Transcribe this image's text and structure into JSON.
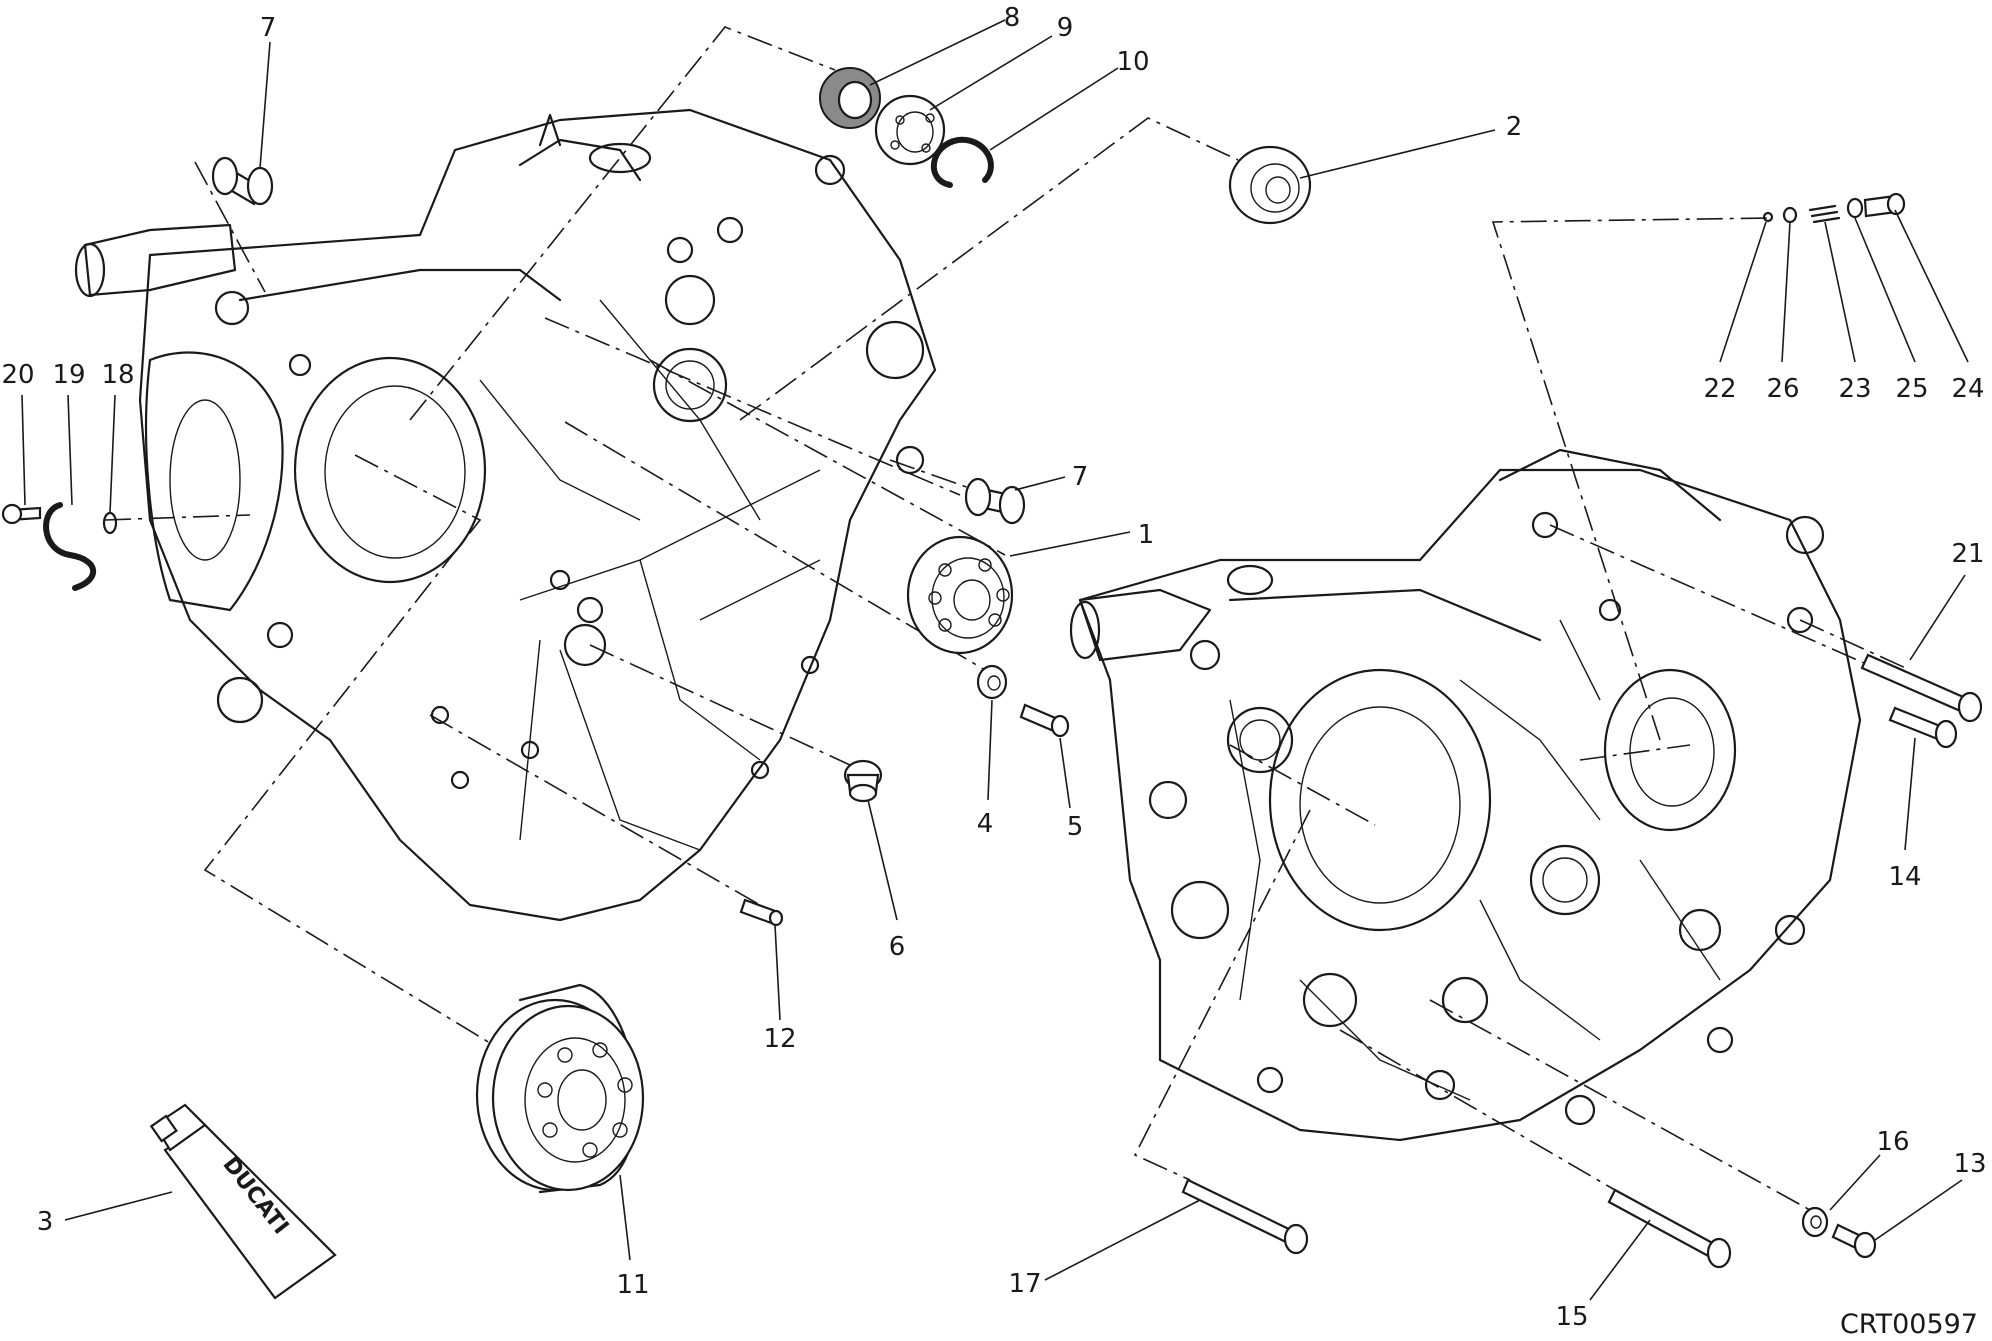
{
  "drawing_code": "CRT00597",
  "tube_label": "DUCATI",
  "callouts": [
    {
      "id": "c7a",
      "label": "7"
    },
    {
      "id": "c8",
      "label": "8"
    },
    {
      "id": "c9",
      "label": "9"
    },
    {
      "id": "c10",
      "label": "10"
    },
    {
      "id": "c2",
      "label": "2"
    },
    {
      "id": "c22",
      "label": "22"
    },
    {
      "id": "c26",
      "label": "26"
    },
    {
      "id": "c23",
      "label": "23"
    },
    {
      "id": "c25",
      "label": "25"
    },
    {
      "id": "c24",
      "label": "24"
    },
    {
      "id": "c20",
      "label": "20"
    },
    {
      "id": "c19",
      "label": "19"
    },
    {
      "id": "c18",
      "label": "18"
    },
    {
      "id": "c7b",
      "label": "7"
    },
    {
      "id": "c1",
      "label": "1"
    },
    {
      "id": "c21",
      "label": "21"
    },
    {
      "id": "c4",
      "label": "4"
    },
    {
      "id": "c5",
      "label": "5"
    },
    {
      "id": "c14",
      "label": "14"
    },
    {
      "id": "c6",
      "label": "6"
    },
    {
      "id": "c12",
      "label": "12"
    },
    {
      "id": "c16",
      "label": "16"
    },
    {
      "id": "c13",
      "label": "13"
    },
    {
      "id": "c3",
      "label": "3"
    },
    {
      "id": "c11",
      "label": "11"
    },
    {
      "id": "c17",
      "label": "17"
    },
    {
      "id": "c15",
      "label": "15"
    }
  ]
}
